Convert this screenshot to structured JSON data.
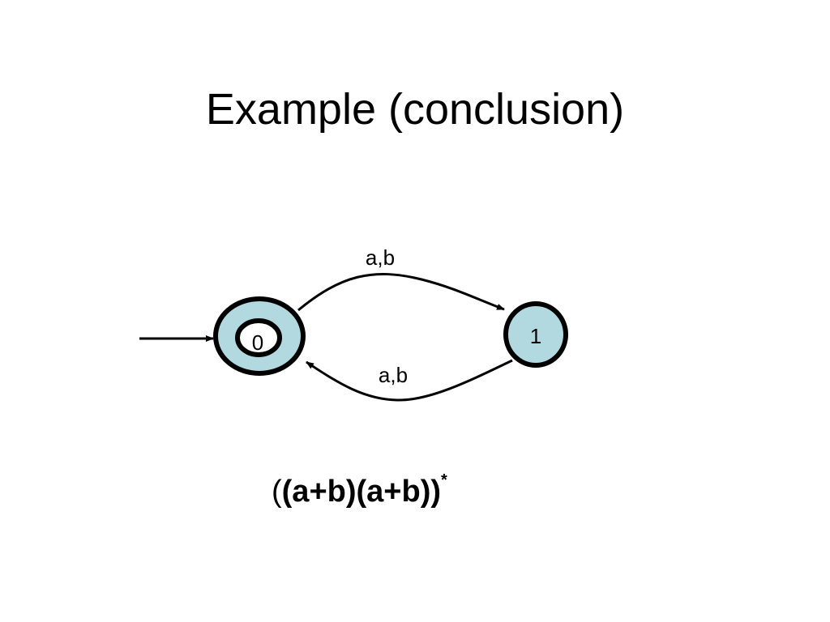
{
  "title": "Example (conclusion)",
  "automaton": {
    "fill_color": "#b2d9df",
    "states": [
      {
        "id": "0",
        "label": "0",
        "initial": true,
        "accepting": true
      },
      {
        "id": "1",
        "label": "1",
        "initial": false,
        "accepting": false
      }
    ],
    "transitions": [
      {
        "from": "0",
        "to": "1",
        "label": "a,b"
      },
      {
        "from": "1",
        "to": "0",
        "label": "a,b"
      }
    ]
  },
  "formula": {
    "open_paren": "(",
    "body": "(a+b)(a+b))",
    "superscript": "*"
  }
}
